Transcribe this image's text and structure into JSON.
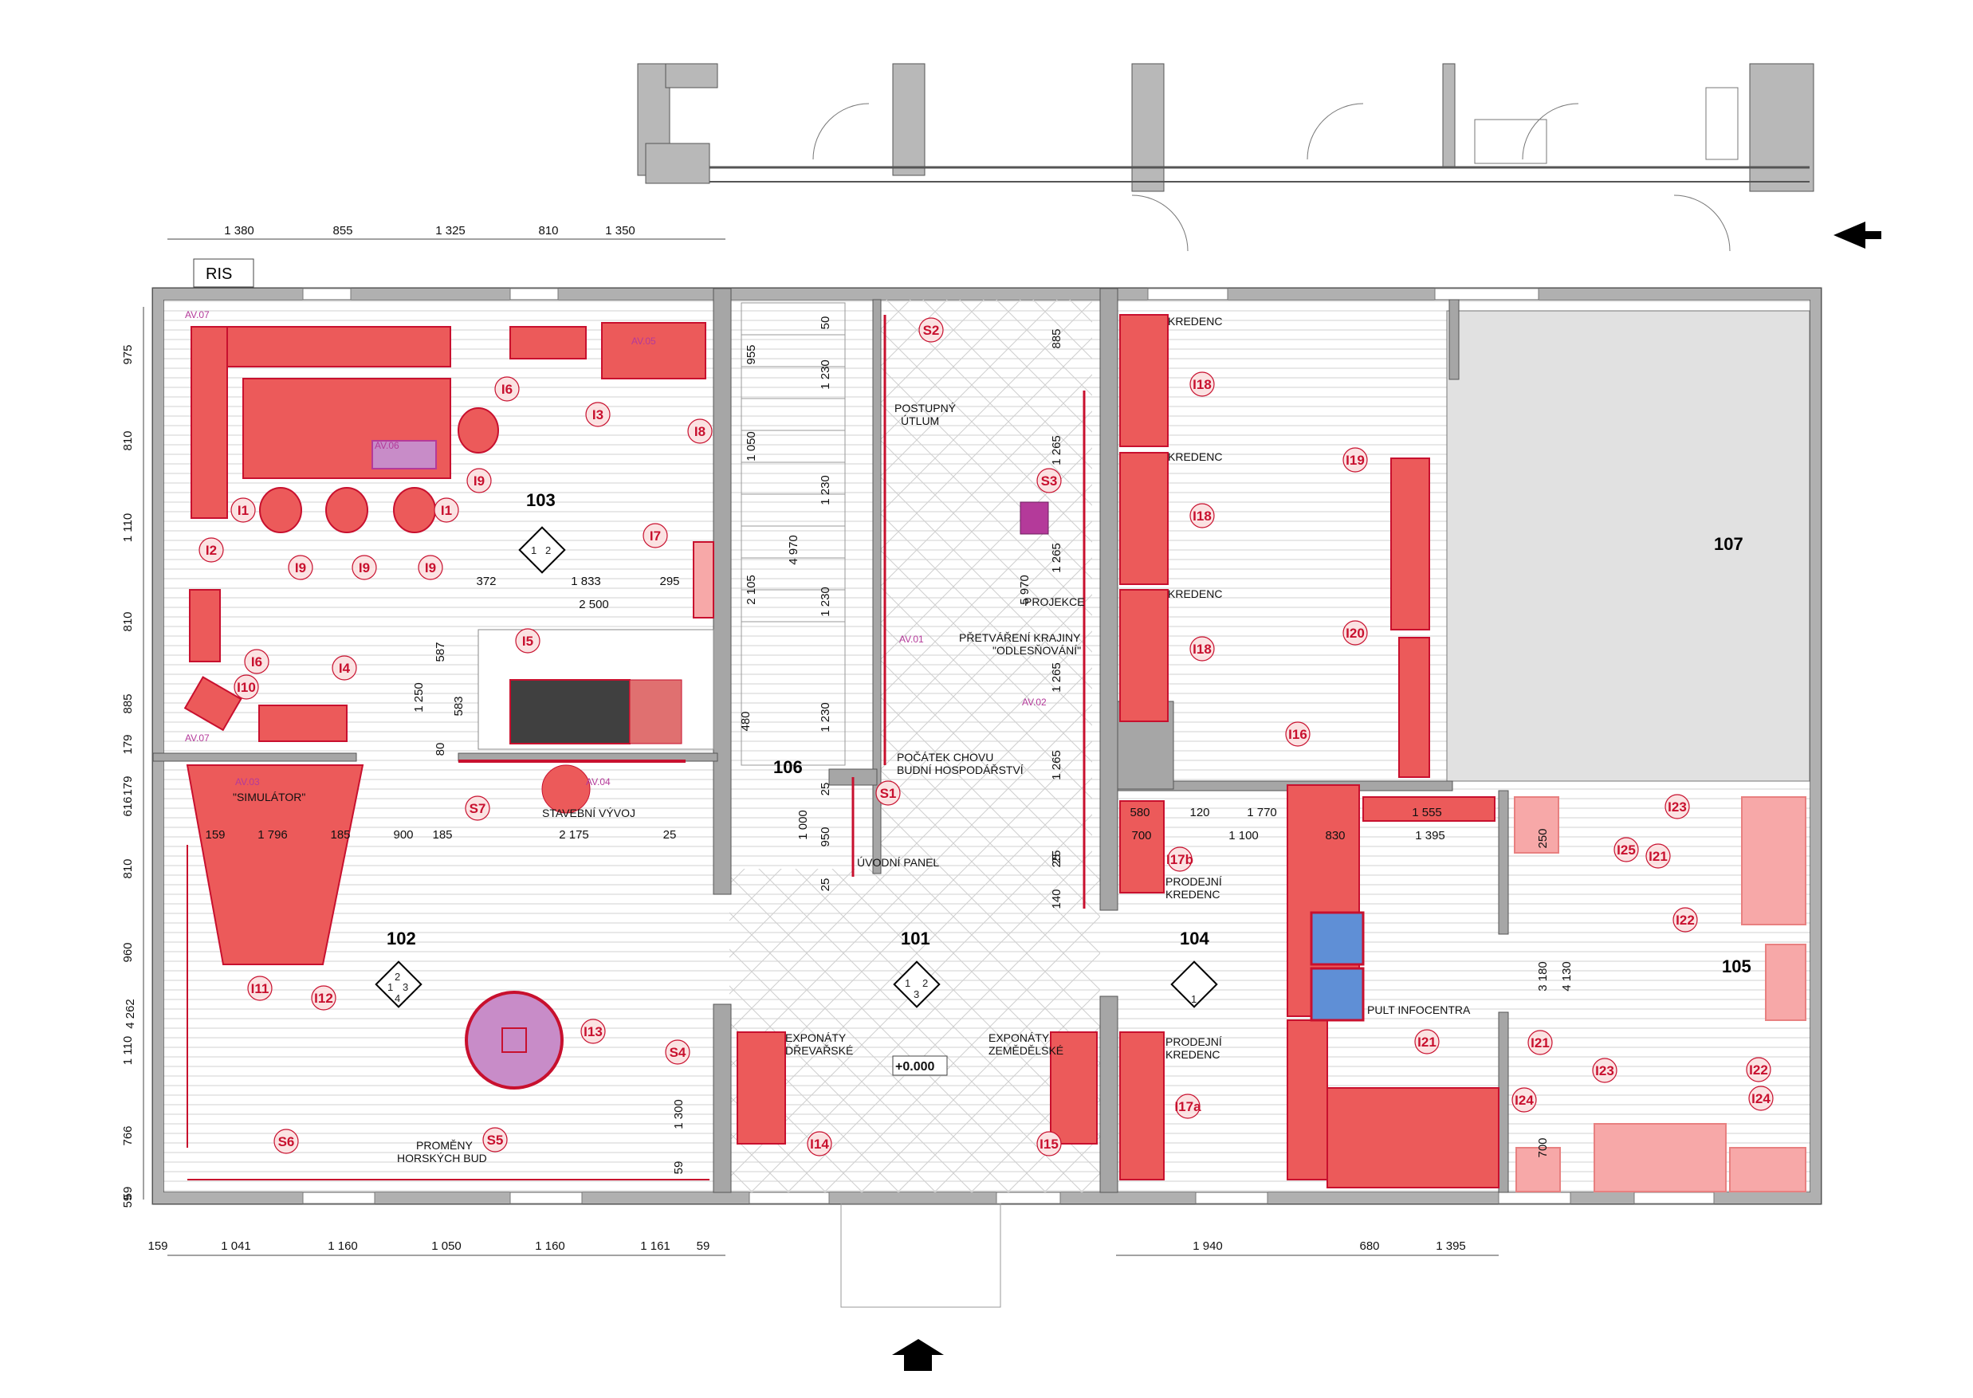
{
  "colors": {
    "wall": "#9c9c9c",
    "wall_stroke": "#555555",
    "floor_hatch": "#d8d8d8",
    "exhibit_red": "#ec5a5a",
    "exhibit_red_stroke": "#c8102e",
    "exhibit_pink": "#f7a8a8",
    "room_grey": "#e1e1e1",
    "tag_red": "#c8102e",
    "av_purple": "#b43a9a",
    "blue_screen": "#5f8fd6"
  },
  "rooms": [
    {
      "id": "102",
      "label": "102"
    },
    {
      "id": "103",
      "label": "103"
    },
    {
      "id": "101",
      "label": "101"
    },
    {
      "id": "104",
      "label": "104"
    },
    {
      "id": "105",
      "label": "105"
    },
    {
      "id": "106",
      "label": "106"
    },
    {
      "id": "107",
      "label": "107"
    }
  ],
  "room_labels": {
    "ris": "RIS",
    "simulator": "\"SIMULÁTOR\"",
    "stavebni_vyvoj": "STAVEBNÍ VÝVOJ",
    "promeny_1": "PROMĚNY",
    "promeny_2": "HORSKÝCH BUD",
    "postupny_1": "POSTUPNÝ",
    "postupny_2": "ÚTLUM",
    "projekce": "PROJEKCE",
    "pretvareni_1": "PŘETVÁŘENÍ KRAJINY",
    "pretvareni_2": "\"ODLESŇOVÁNÍ\"",
    "pocatek_1": "POČÁTEK CHOVU",
    "pocatek_2": "BUDNÍ HOSPODÁŘSTVÍ",
    "uvodni": "ÚVODNÍ PANEL",
    "drevarske_1": "EXPONÁTY",
    "drevarske_2": "DŘEVAŘSKÉ",
    "zemedelske_1": "EXPONÁTY",
    "zemedelske_2": "ZEMĚDĚLSKÉ",
    "kredenc_1": "KREDENC",
    "kredenc_2": "KREDENC",
    "kredenc_3": "KREDENC",
    "prodejni_1a": "PRODEJNÍ",
    "prodejni_1b": "KREDENC",
    "prodejni_2a": "PRODEJNÍ",
    "prodejni_2b": "KREDENC",
    "pult": "PULT INFOCENTRA",
    "level": "+0.000"
  },
  "tags": [
    "I1",
    "I1",
    "I2",
    "I3",
    "I4",
    "I5",
    "I6",
    "I6",
    "I7",
    "I8",
    "I9",
    "I9",
    "I9",
    "I9",
    "I10",
    "I11",
    "I12",
    "I13",
    "I14",
    "I15",
    "I16",
    "I17b",
    "I17a",
    "I18",
    "I18",
    "I18",
    "I19",
    "I20",
    "I21",
    "I21",
    "I21",
    "I22",
    "I22",
    "I23",
    "I23",
    "I24",
    "I24",
    "I25",
    "S1",
    "S2",
    "S3",
    "S4",
    "S5",
    "S6",
    "S7"
  ],
  "av_labels": [
    "AV.07",
    "AV.05",
    "AV.06",
    "AV.07",
    "AV.03",
    "AV.04",
    "AV.01",
    "AV.02"
  ],
  "dims_top": [
    "1 380",
    "855",
    "1 325",
    "810",
    "1 350"
  ],
  "dims_bottom_left": [
    "159",
    "1 041",
    "1 160",
    "1 050",
    "1 160",
    "1 161",
    "59"
  ],
  "dims_bottom_right": [
    "1 940",
    "680",
    "1 395"
  ],
  "dims_left": [
    "975",
    "810",
    "1 110",
    "810",
    "885",
    "179",
    "179",
    "616",
    "810",
    "960",
    "4 262",
    "1 110",
    "766",
    "59",
    "59"
  ],
  "dims_inner": [
    "372",
    "1 833",
    "295",
    "2 500",
    "587",
    "1 250",
    "583",
    "80",
    "480",
    "159",
    "1 796",
    "185",
    "900",
    "185",
    "2 175",
    "25",
    "955",
    "1 050",
    "2 105",
    "4 970",
    "1 230",
    "1 230",
    "1 230",
    "1 230",
    "50",
    "25",
    "950",
    "1 000",
    "25",
    "25",
    "885",
    "1 265",
    "1 265",
    "1 265",
    "1 265",
    "5 970",
    "140",
    "25",
    "580",
    "120",
    "1 770",
    "1 555",
    "700",
    "1 100",
    "830",
    "1 395",
    "250",
    "3 180",
    "4 130",
    "700",
    "1 300",
    "59"
  ],
  "compass": {
    "r103": [
      "1",
      "2"
    ],
    "r102": [
      "2",
      "1",
      "3",
      "4"
    ],
    "r101": [
      "1",
      "2",
      "3"
    ],
    "r104": [
      "1"
    ]
  }
}
